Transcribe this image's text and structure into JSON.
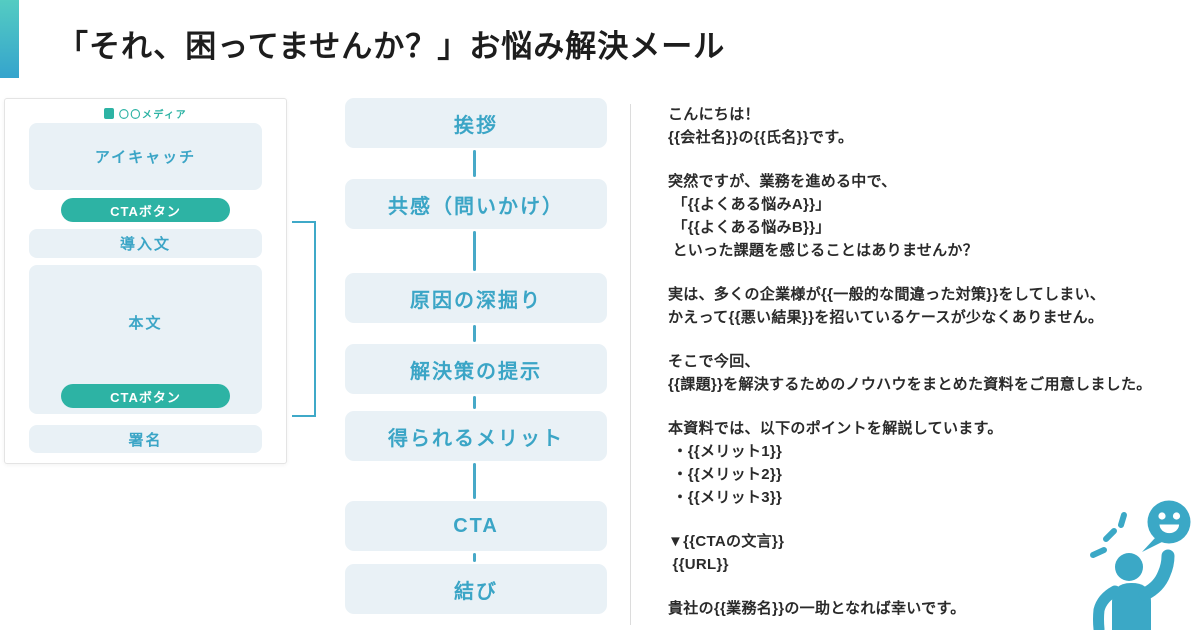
{
  "title": "「それ、困ってませんか？」お悩み解決メール",
  "colors": {
    "accent_teal": "#2db3a4",
    "flow_blue": "#3ba5c6",
    "box_background": "#e9f1f6",
    "accent_gradient_top": "#54ccc2",
    "accent_gradient_bottom": "#35a4cd",
    "title_color": "#1d1d1d"
  },
  "wireframe": {
    "logo_text": "〇〇メディア",
    "eyecatch_label": "アイキャッチ",
    "cta_button_label": "CTAボタン",
    "intro_label": "導入文",
    "body_label": "本文",
    "cta_button2_label": "CTAボタン",
    "signature_label": "署名"
  },
  "flow": {
    "steps": [
      {
        "label": "挨拶"
      },
      {
        "label": "共感（問いかけ）"
      },
      {
        "label": "原因の深掘り"
      },
      {
        "label": "解決策の提示"
      },
      {
        "label": "得られるメリット"
      },
      {
        "label": "CTA"
      },
      {
        "label": "結び"
      }
    ]
  },
  "email": {
    "paragraphs": [
      "こんにちは！\n{{会社名}}の{{氏名}}です。",
      "突然ですが、業務を進める中で、\n 「{{よくある悩みA}}」\n 「{{よくある悩みB}}」\n といった課題を感じることはありませんか？",
      "実は、多くの企業様が{{一般的な間違った対策}}をしてしまい、\nかえって{{悪い結果}}を招いているケースが少なくありません。",
      "そこで今回、\n{{課題}}を解決するためのノウハウをまとめた資料をご用意しました。",
      "本資料では、以下のポイントを解説しています。\n ・{{メリット1}}\n ・{{メリット2}}\n ・{{メリット3}}",
      "▼{{CTAの文言}}\n {{URL}}",
      "貴社の{{業務名}}の一助となれば幸いです。"
    ]
  },
  "icons": {
    "logo": "media-logo-icon",
    "mascot": "person-waving-with-smiley-speech-bubble-icon"
  }
}
